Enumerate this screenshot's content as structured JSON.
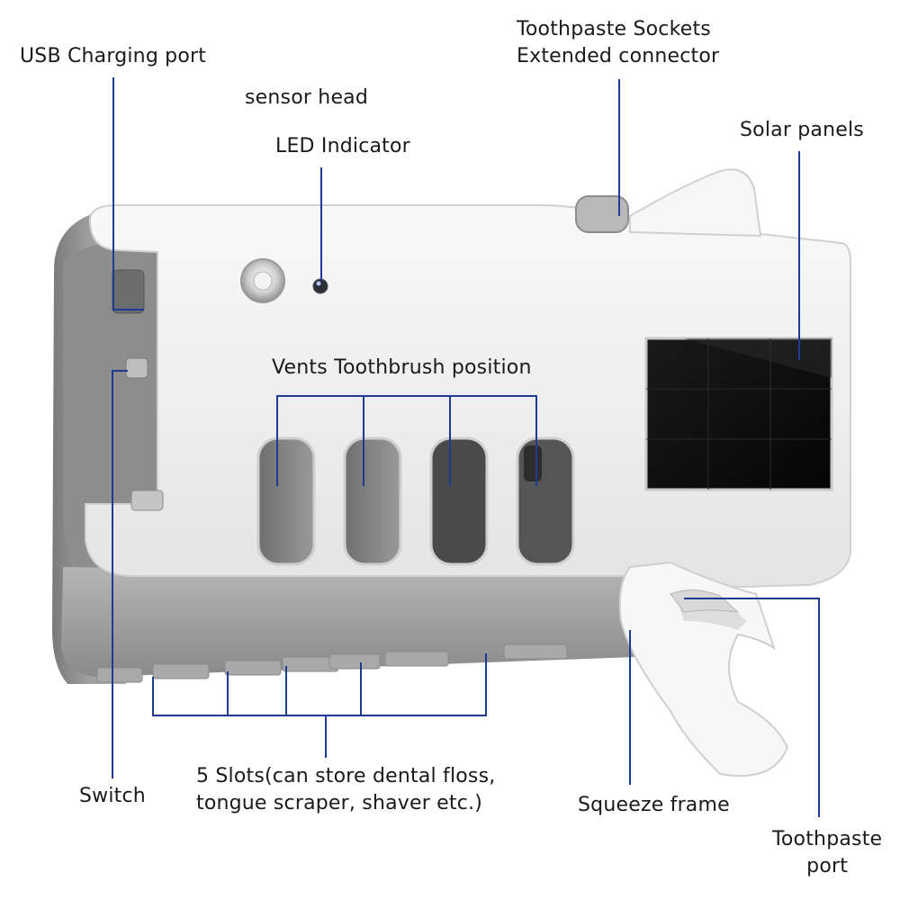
{
  "labels": {
    "usb_port": "USB Charging port",
    "sensor_head": "sensor head",
    "led_indicator": "LED Indicator",
    "toothpaste_sockets_line1": "Toothpaste Sockets",
    "toothpaste_sockets_line2": "Extended connector",
    "solar_panels": "Solar panels",
    "vents": "Vents Toothbrush position",
    "switch": "Switch",
    "slots_line1": "5 Slots(can store dental floss,",
    "slots_line2": "tongue scraper, shaver etc.)",
    "squeeze_frame": "Squeeze frame",
    "toothpaste_port_line1": "Toothpaste",
    "toothpaste_port_line2": "port"
  },
  "colors": {
    "leader_line": "#1f3a93",
    "device_body": "#f2f2f2",
    "device_shadow": "#8c8c8c",
    "solar_panel": "#0d0d0d"
  }
}
